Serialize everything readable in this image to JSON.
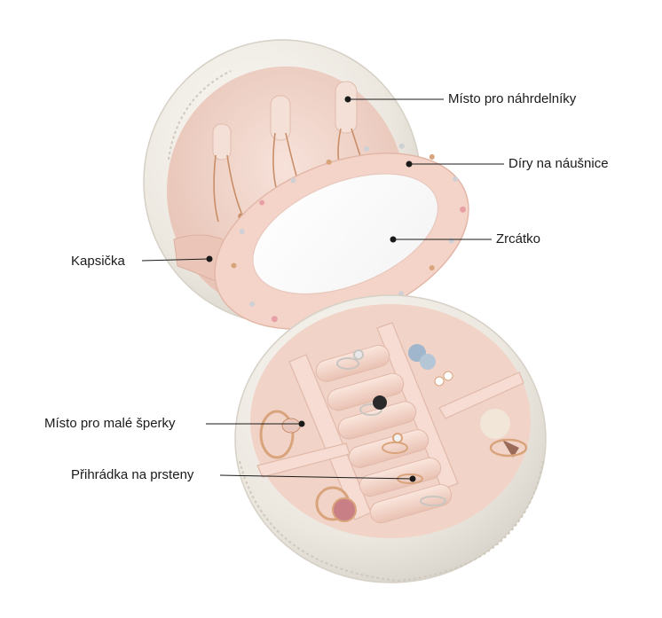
{
  "product": {
    "colors": {
      "shell": "#f2efe9",
      "lining": "#f3d6cc",
      "lining_dark": "#e6bcae",
      "metal": "#d9a47c",
      "mirror": "#ffffff"
    }
  },
  "callouts": [
    {
      "id": "necklace",
      "label": "Místo pro náhrdelníky"
    },
    {
      "id": "earring",
      "label": "Díry na náušnice"
    },
    {
      "id": "mirror",
      "label": "Zrcátko"
    },
    {
      "id": "pocket",
      "label": "Kapsička"
    },
    {
      "id": "small",
      "label": "Místo pro malé šperky"
    },
    {
      "id": "rings",
      "label": "Přihrádka na prsteny"
    }
  ]
}
